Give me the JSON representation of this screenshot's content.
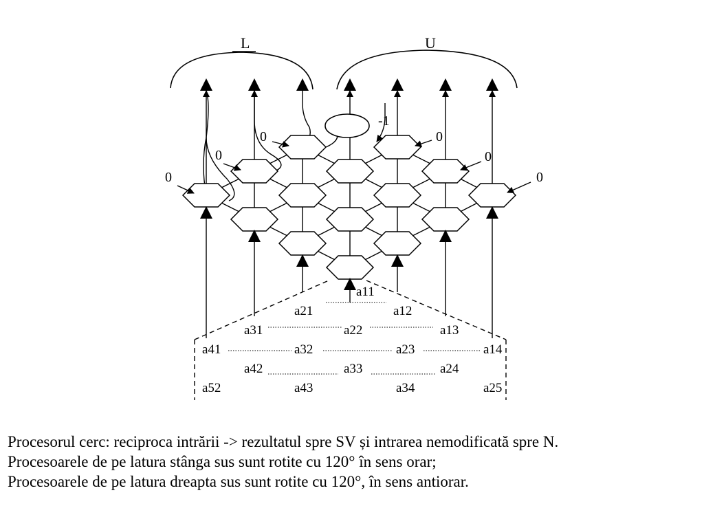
{
  "diagram": {
    "labels": {
      "L": "L",
      "U": "U",
      "minus_one": "-1",
      "zero": "0"
    },
    "matrix": [
      [
        "a11"
      ],
      [
        "a21",
        "a12"
      ],
      [
        "a31",
        "a22",
        "a13"
      ],
      [
        "a41",
        "a32",
        "a23",
        "a14"
      ],
      [
        "a42",
        "a33",
        "a24"
      ],
      [
        "a52",
        "a43",
        "a34",
        "a25"
      ]
    ]
  },
  "captions": [
    "Procesorul cerc: reciproca intrării -> rezultatul spre SV și intrarea nemodificată spre N.",
    "Procesoarele de pe latura stânga sus sunt rotite cu 120° în sens orar;",
    "Procesoarele de pe latura dreapta sus sunt rotite cu 120°, în sens antiorar."
  ],
  "colors": {
    "ink": "#000000",
    "background": "#ffffff"
  }
}
